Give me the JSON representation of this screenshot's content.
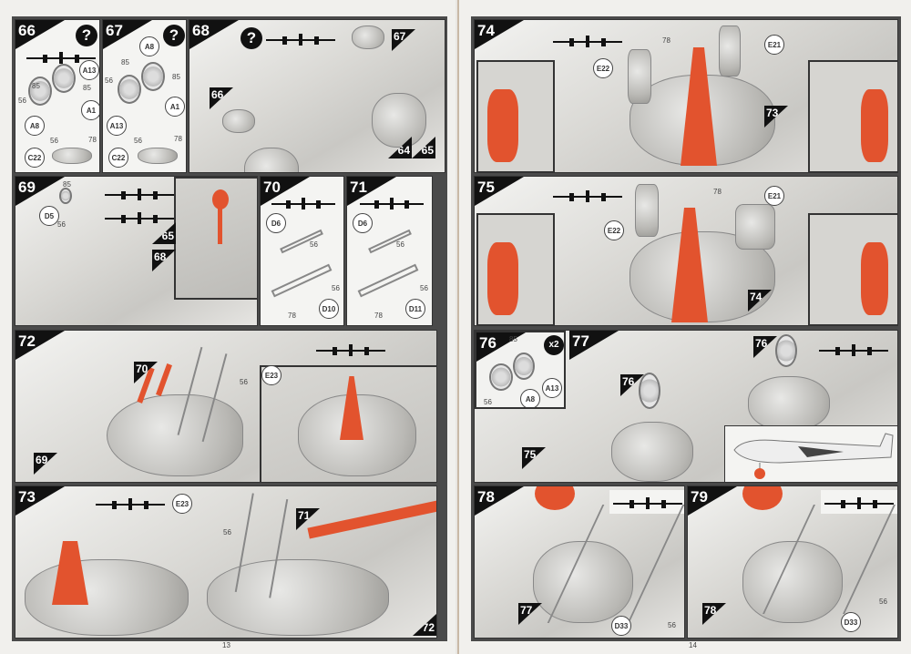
{
  "page_left": {
    "page_number": "13",
    "steps": {
      "s66": {
        "number": "66",
        "help": "?",
        "parts": [
          "A13",
          "A1",
          "A8",
          "C22"
        ],
        "nums": [
          "85",
          "56",
          "85",
          "56",
          "78"
        ]
      },
      "s67": {
        "number": "67",
        "help": "?",
        "parts": [
          "A8",
          "A1",
          "A13",
          "C22"
        ],
        "nums": [
          "85",
          "56",
          "85",
          "56",
          "78"
        ]
      },
      "s68": {
        "number": "68",
        "help": "?",
        "refs": [
          "67",
          "66",
          "64",
          "65"
        ]
      },
      "s69": {
        "number": "69",
        "parts": [
          "D5"
        ],
        "nums": [
          "85",
          "56"
        ],
        "refs": [
          "65",
          "68"
        ]
      },
      "s70": {
        "number": "70",
        "parts": [
          "D6",
          "D10"
        ],
        "nums": [
          "56",
          "56",
          "78"
        ]
      },
      "s71": {
        "number": "71",
        "parts": [
          "D6",
          "D11"
        ],
        "nums": [
          "56",
          "56",
          "78"
        ]
      },
      "s72": {
        "number": "72",
        "parts": [
          "E23"
        ],
        "nums": [
          "56"
        ],
        "refs": [
          "70",
          "69"
        ]
      },
      "s73": {
        "number": "73",
        "parts": [
          "E23"
        ],
        "nums": [
          "56"
        ],
        "refs": [
          "71",
          "72"
        ]
      }
    }
  },
  "page_right": {
    "page_number": "14",
    "steps": {
      "s74": {
        "number": "74",
        "parts": [
          "E21",
          "E22"
        ],
        "nums": [
          "78"
        ],
        "refs": [
          "73"
        ]
      },
      "s75": {
        "number": "75",
        "parts": [
          "E21",
          "E22"
        ],
        "nums": [
          "78"
        ],
        "refs": [
          "74"
        ]
      },
      "s76": {
        "number": "76",
        "multiplier": "x2",
        "parts": [
          "A13",
          "A8"
        ],
        "nums": [
          "85",
          "56"
        ]
      },
      "s77": {
        "number": "77",
        "refs": [
          "76",
          "76",
          "75"
        ]
      },
      "s78": {
        "number": "78",
        "parts": [
          "D33"
        ],
        "nums": [
          "56"
        ],
        "refs": [
          "77"
        ]
      },
      "s79": {
        "number": "79",
        "parts": [
          "D33"
        ],
        "nums": [
          "56"
        ],
        "refs": [
          "78"
        ]
      }
    }
  },
  "colors": {
    "accent_part": "#e2532e",
    "frame": "#4a4a4a"
  }
}
